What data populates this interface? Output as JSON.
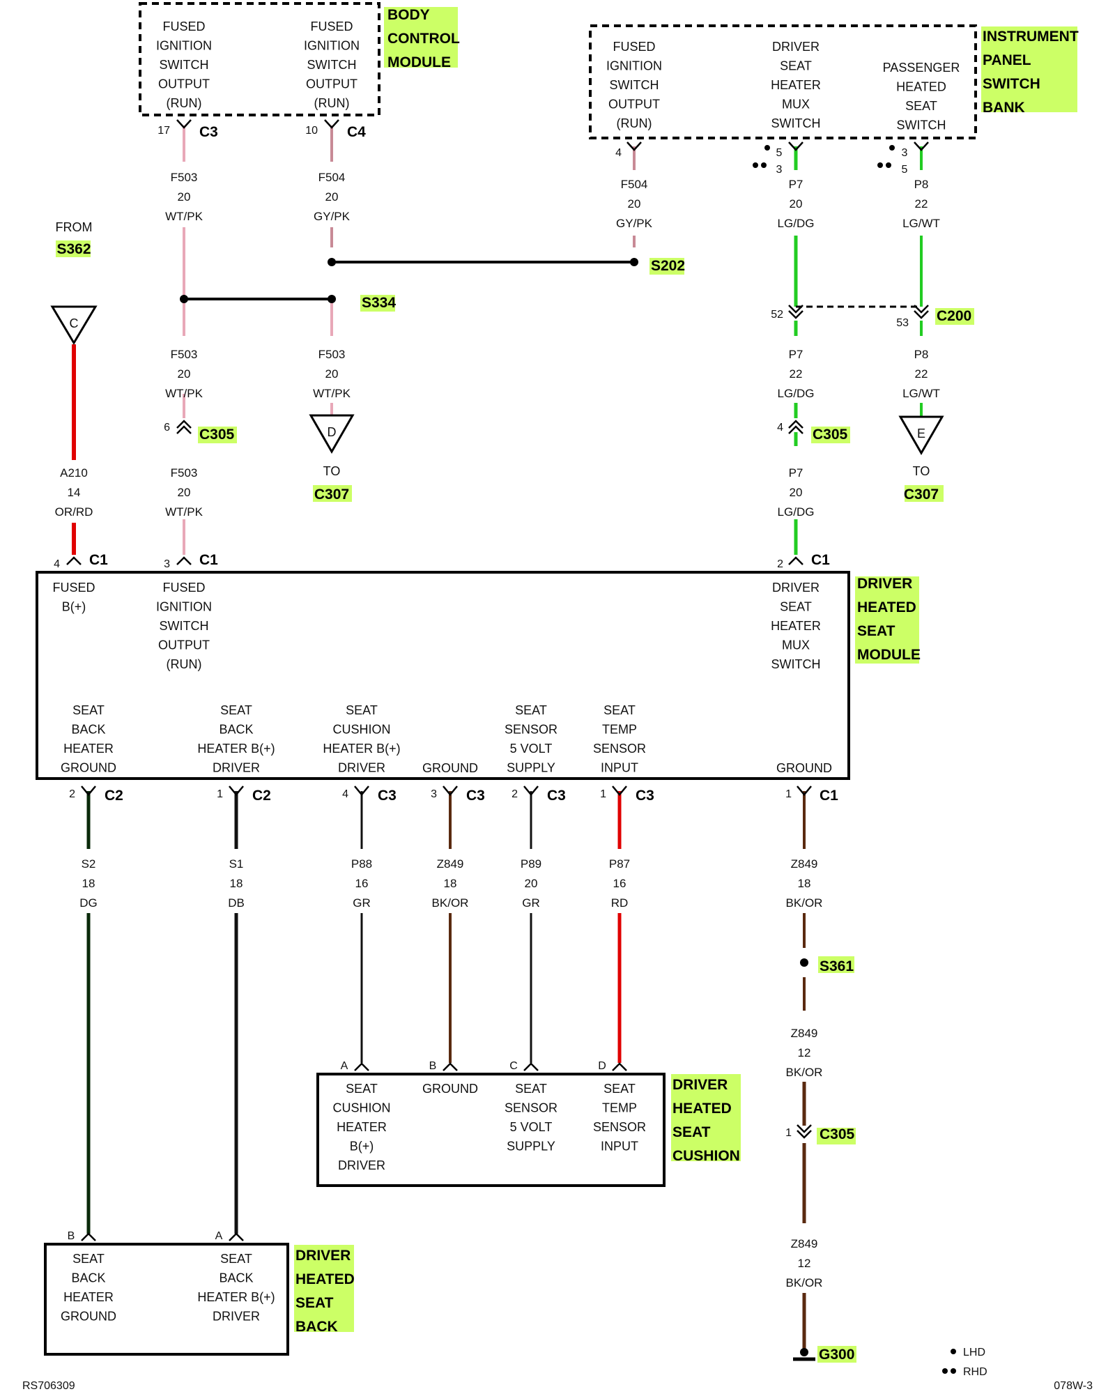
{
  "colors": {
    "highlight": "#ccff66",
    "red": "#e00000",
    "green": "#22cc22",
    "pink": "#e8a8b8",
    "pinkdk": "#c88a96",
    "black": "#111111",
    "darkgreen": "#0a2a0a",
    "brown": "#5a2a10"
  },
  "legend": {
    "lhd": "LHD",
    "rhd": "RHD"
  },
  "footer": {
    "left": "RS706309",
    "right": "078W-3"
  },
  "modules": {
    "bcm": {
      "title": [
        "BODY",
        "CONTROL",
        "MODULE"
      ],
      "left": [
        "FUSED",
        "IGNITION",
        "SWITCH",
        "OUTPUT",
        "(RUN)"
      ],
      "right": [
        "FUSED",
        "IGNITION",
        "SWITCH",
        "OUTPUT",
        "(RUN)"
      ]
    },
    "ipsb": {
      "title": [
        "INSTRUMENT",
        "PANEL",
        "SWITCH",
        "BANK"
      ],
      "col1": [
        "FUSED",
        "IGNITION",
        "SWITCH",
        "OUTPUT",
        "(RUN)"
      ],
      "col2": [
        "DRIVER",
        "SEAT",
        "HEATER",
        "MUX",
        "SWITCH"
      ],
      "col3": [
        "PASSENGER",
        "HEATED",
        "SEAT",
        "SWITCH"
      ]
    },
    "dhsm": {
      "title": [
        "DRIVER",
        "HEATED",
        "SEAT",
        "MODULE"
      ],
      "top1": [
        "FUSED",
        "B(+)"
      ],
      "top2": [
        "FUSED",
        "IGNITION",
        "SWITCH",
        "OUTPUT",
        "(RUN)"
      ],
      "top3": [
        "DRIVER",
        "SEAT",
        "HEATER",
        "MUX",
        "SWITCH"
      ],
      "b1": [
        "SEAT",
        "BACK",
        "HEATER",
        "GROUND"
      ],
      "b2": [
        "SEAT",
        "BACK",
        "HEATER B(+)",
        "DRIVER"
      ],
      "b3": [
        "SEAT",
        "CUSHION",
        "HEATER B(+)",
        "DRIVER"
      ],
      "b4": [
        "GROUND"
      ],
      "b5": [
        "SEAT",
        "SENSOR",
        "5 VOLT",
        "SUPPLY"
      ],
      "b6": [
        "SEAT",
        "TEMP",
        "SENSOR",
        "INPUT"
      ],
      "b7": [
        "GROUND"
      ]
    },
    "cushion": {
      "title": [
        "DRIVER",
        "HEATED",
        "SEAT",
        "CUSHION"
      ],
      "c1": [
        "SEAT",
        "CUSHION",
        "HEATER",
        "B(+)",
        "DRIVER"
      ],
      "c2": [
        "GROUND"
      ],
      "c3": [
        "SEAT",
        "SENSOR",
        "5 VOLT",
        "SUPPLY"
      ],
      "c4": [
        "SEAT",
        "TEMP",
        "SENSOR",
        "INPUT"
      ]
    },
    "back": {
      "title": [
        "DRIVER",
        "HEATED",
        "SEAT",
        "BACK"
      ],
      "c1": [
        "SEAT",
        "BACK",
        "HEATER",
        "GROUND"
      ],
      "c2": [
        "SEAT",
        "BACK",
        "HEATER B(+)",
        "DRIVER"
      ]
    }
  },
  "connectors": {
    "bcm_c3": "C3",
    "bcm_c4": "C4",
    "bcm_pin17": "17",
    "bcm_pin10": "10",
    "ipsb_pin4": "4",
    "ipsb_p5": "5",
    "ipsb_p3": "3",
    "ipsb_q3": "3",
    "ipsb_q5": "5",
    "c200": "C200",
    "c200_52": "52",
    "c200_53": "53",
    "c305a": "C305",
    "c305a_pin": "6",
    "c305b": "C305",
    "c305b_pin": "4",
    "dm_c1a": "C1",
    "dm_c1a_pin": "4",
    "dm_c1b": "C1",
    "dm_c1b_pin": "3",
    "dm_c1c": "C1",
    "dm_c1c_pin": "2",
    "dm_c2a": "C2",
    "dm_c2a_pin": "2",
    "dm_c2b": "C2",
    "dm_c2b_pin": "1",
    "dm_c3a": "C3",
    "dm_c3a_pin": "4",
    "dm_c3b": "C3",
    "dm_c3b_pin": "3",
    "dm_c3c": "C3",
    "dm_c3c_pin": "2",
    "dm_c3d": "C3",
    "dm_c3d_pin": "1",
    "dm_c1g": "C1",
    "dm_c1g_pin": "1",
    "cush_a": "A",
    "cush_b": "B",
    "cush_c": "C",
    "cush_d": "D",
    "back_b": "B",
    "back_a": "A",
    "c305c": "C305",
    "c305c_pin": "1"
  },
  "splices": {
    "s202": "S202",
    "s334": "S334",
    "s361": "S361",
    "g300": "G300"
  },
  "refs": {
    "from": "FROM",
    "s362": "S362",
    "tri_c": "C",
    "tri_d": "D",
    "tri_e": "E",
    "to_d": "TO",
    "c307_d": "C307",
    "to_e": "TO",
    "c307_e": "C307"
  },
  "wires": {
    "f503a": [
      "F503",
      "20",
      "WT/PK"
    ],
    "f504a": [
      "F504",
      "20",
      "GY/PK"
    ],
    "f504b": [
      "F504",
      "20",
      "GY/PK"
    ],
    "p7a": [
      "P7",
      "20",
      "LG/DG"
    ],
    "p8a": [
      "P8",
      "22",
      "LG/WT"
    ],
    "f503b": [
      "F503",
      "20",
      "WT/PK"
    ],
    "f503c": [
      "F503",
      "20",
      "WT/PK"
    ],
    "p7b": [
      "P7",
      "22",
      "LG/DG"
    ],
    "p8b": [
      "P8",
      "22",
      "LG/WT"
    ],
    "a210": [
      "A210",
      "14",
      "OR/RD"
    ],
    "f503d": [
      "F503",
      "20",
      "WT/PK"
    ],
    "p7c": [
      "P7",
      "20",
      "LG/DG"
    ],
    "s2": [
      "S2",
      "18",
      "DG"
    ],
    "s1": [
      "S1",
      "18",
      "DB"
    ],
    "p88": [
      "P88",
      "16",
      "GR"
    ],
    "z849a": [
      "Z849",
      "18",
      "BK/OR"
    ],
    "p89": [
      "P89",
      "20",
      "GR"
    ],
    "p87": [
      "P87",
      "16",
      "RD"
    ],
    "z849b": [
      "Z849",
      "18",
      "BK/OR"
    ],
    "z849c": [
      "Z849",
      "12",
      "BK/OR"
    ],
    "z849d": [
      "Z849",
      "12",
      "BK/OR"
    ]
  }
}
